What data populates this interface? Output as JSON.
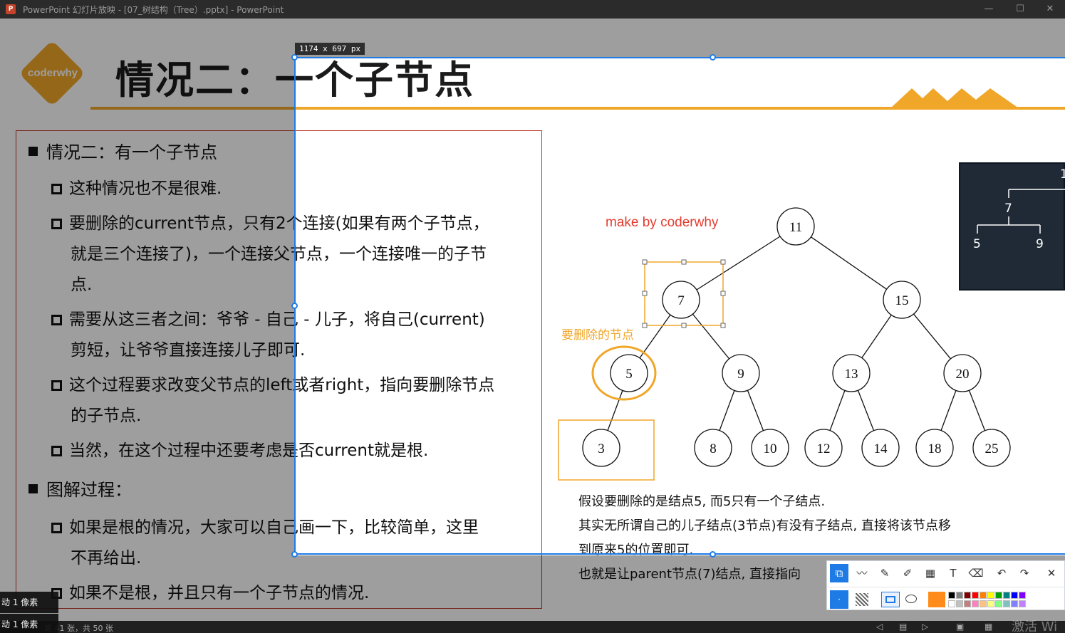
{
  "window": {
    "title": "PowerPoint 幻灯片放映 - [07_树结构（Tree）.pptx] - PowerPoint",
    "app_icon": "P",
    "min_icon": "—",
    "max_icon": "☐",
    "close_icon": "✕"
  },
  "slide": {
    "logo": "coderwhy",
    "title": "情况二：一个子节点",
    "bullets": [
      {
        "level": 1,
        "lines": [
          "情况二：有一个子节点"
        ]
      },
      {
        "level": 2,
        "lines": [
          "这种情况也不是很难."
        ]
      },
      {
        "level": 2,
        "lines": [
          "要删除的current节点，只有2个连接(如果有两个子节点，",
          "就是三个连接了)，一个连接父节点，一个连接唯一的子节",
          "点."
        ]
      },
      {
        "level": 2,
        "lines": [
          "需要从这三者之间：爷爷 - 自己 - 儿子，将自己(current)",
          "剪短，让爷爷直接连接儿子即可."
        ]
      },
      {
        "level": 2,
        "lines": [
          "这个过程要求改变父节点的left或者right，指向要删除节点",
          "的子节点."
        ]
      },
      {
        "level": 2,
        "lines": [
          "当然，在这个过程中还要考虑是否current就是根."
        ]
      },
      {
        "level": 1,
        "lines": [
          "图解过程："
        ]
      },
      {
        "level": 2,
        "lines": [
          "如果是根的情况，大家可以自己画一下，比较简单，这里",
          "不再给出."
        ]
      },
      {
        "level": 2,
        "lines": [
          "如果不是根，并且只有一个子节点的情况."
        ]
      }
    ],
    "make_by": "make by coderwhy",
    "delete_label": "要删除的节点",
    "tree_nodes": [
      "11",
      "7",
      "15",
      "5",
      "9",
      "13",
      "20",
      "3",
      "8",
      "10",
      "12",
      "14",
      "18",
      "25"
    ],
    "explain": [
      "假设要删除的是结点5, 而5只有一个子结点.",
      "其实无所谓自己的儿子结点(3节点)有没有子结点, 直接将该节点移",
      "到原来5的位置即可.",
      "也就是让parent节点(7)结点, 直接指向"
    ],
    "mini_tree": {
      "root": "1",
      "mid": "7",
      "left": "5",
      "right": "9"
    }
  },
  "capture": {
    "size_label": "1174 x 697  px",
    "accent": "#1e7be6"
  },
  "toolbar": {
    "tools": [
      "rect-select-icon",
      "polyline-icon",
      "pen-icon",
      "marker-icon",
      "mosaic-icon",
      "text-icon",
      "eraser-icon",
      "undo-icon",
      "redo-icon",
      "close-icon"
    ],
    "glyphs": [
      "⧉",
      "〰",
      "✎",
      "✐",
      "▦",
      "T",
      "⌫",
      "↶",
      "↷",
      "✕"
    ]
  },
  "status": {
    "slide_info": "第 41 张，共 50 张",
    "toast1": "动 1 像素",
    "toast2": "动 1 像素",
    "watermark": "激活 Wi"
  },
  "colors": {
    "orange": "#f0a628",
    "red": "#e53b2f",
    "blue": "#1e7be6"
  }
}
